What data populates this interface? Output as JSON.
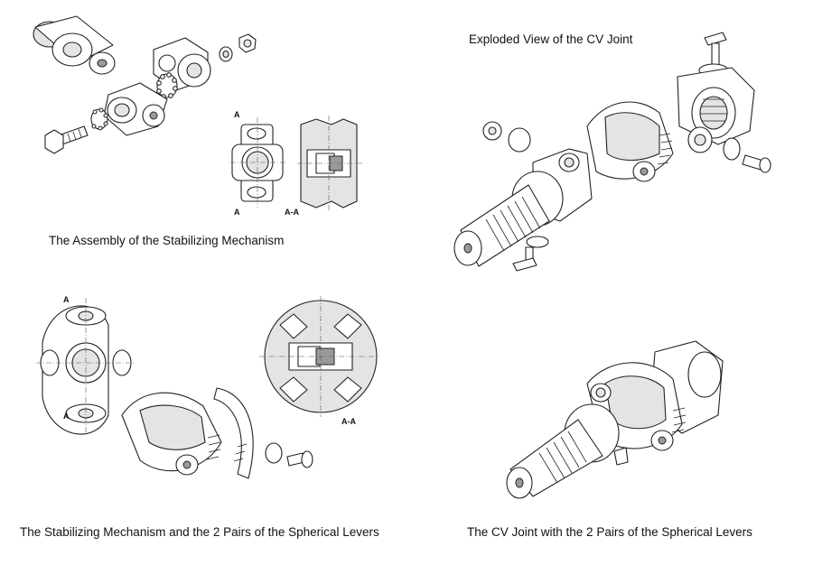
{
  "figures": {
    "top_left_caption": "The Assembly of the Stabilizing Mechanism",
    "top_right_caption": "Exploded View of the CV Joint",
    "bottom_left_caption": "The Stabilizing Mechanism and the 2 Pairs of the Spherical Levers",
    "bottom_right_caption": "The CV Joint with the 2 Pairs of the Spherical Levers"
  },
  "section_labels": {
    "a_top_1": "A",
    "a_bottom_1": "A",
    "section_1": "A-A",
    "a_top_2": "A",
    "a_bottom_2": "A",
    "section_2": "A-A"
  }
}
